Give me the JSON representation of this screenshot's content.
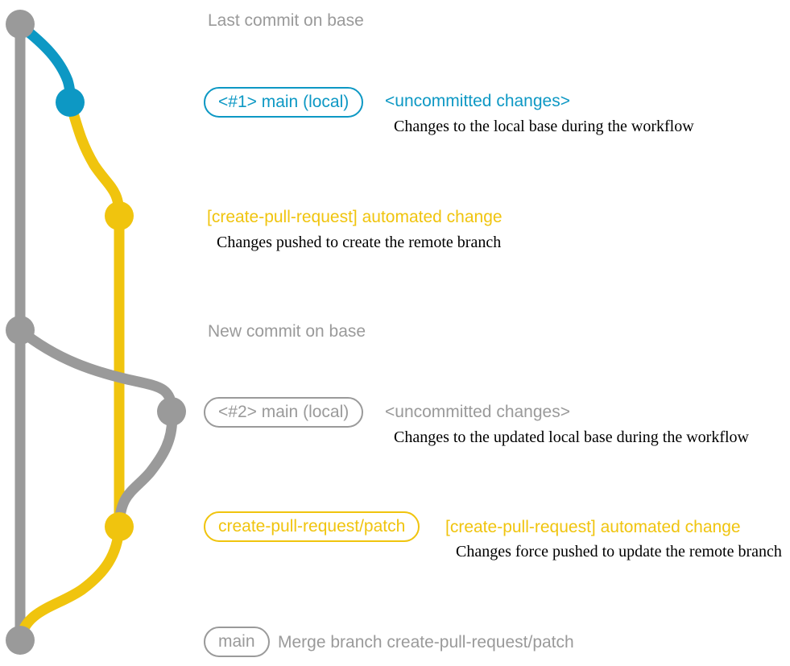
{
  "colors": {
    "gray": "#9a9a9a",
    "teal": "#0d98c4",
    "yellow": "#f0c40e",
    "caption": "#000000"
  },
  "diagram": {
    "type": "git-commit-graph",
    "branches": [
      {
        "name": "base",
        "color_key": "gray"
      },
      {
        "name": "main (local)",
        "color_keys": [
          "teal",
          "gray"
        ]
      },
      {
        "name": "create-pull-request/patch",
        "color_key": "yellow"
      }
    ]
  },
  "annotations": {
    "row1": {
      "text": "Last commit on base"
    },
    "row2": {
      "tag": "<#1> main (local)",
      "title": "<uncommitted changes>",
      "caption": "Changes to the local base during the workflow"
    },
    "row3": {
      "title": "[create-pull-request] automated change",
      "caption": "Changes pushed to create the remote branch"
    },
    "row4": {
      "text": "New commit on base"
    },
    "row5": {
      "tag": "<#2> main (local)",
      "title": "<uncommitted changes>",
      "caption": "Changes to the updated local base during the workflow"
    },
    "row6": {
      "tag": "create-pull-request/patch",
      "title": "[create-pull-request] automated change",
      "caption": "Changes force pushed to update the remote branch"
    },
    "row7": {
      "tag": "main",
      "title": "Merge branch create-pull-request/patch"
    }
  }
}
